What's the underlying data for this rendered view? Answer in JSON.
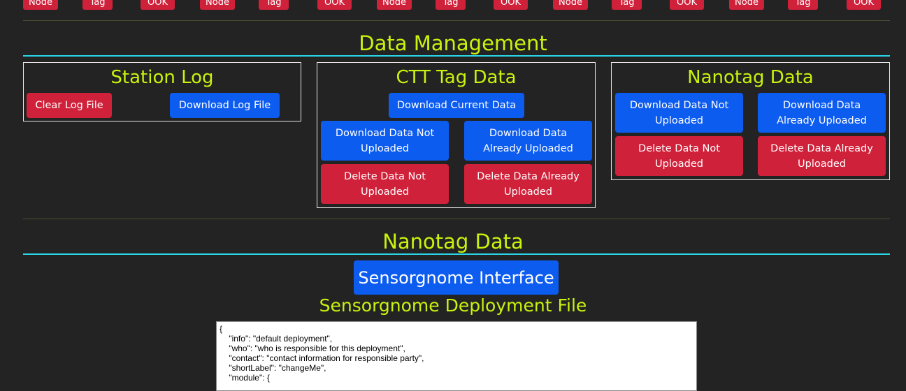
{
  "top_row": [
    "Node",
    "Tag",
    "OOK",
    "Node",
    "Tag",
    "OOK",
    "Node",
    "Tag",
    "OOK",
    "Node",
    "Tag",
    "OOK",
    "Node",
    "Tag",
    "OOK"
  ],
  "data_management": {
    "heading": "Data Management",
    "station_log": {
      "title": "Station Log",
      "clear_label": "Clear Log File",
      "download_label": "Download Log File"
    },
    "ctt_tag": {
      "title": "CTT Tag Data",
      "download_current": "Download Current Data",
      "download_not_uploaded": "Download Data Not Uploaded",
      "download_already_uploaded": "Download Data Already Uploaded",
      "delete_not_uploaded": "Delete Data Not Uploaded",
      "delete_already_uploaded": "Delete Data Already Uploaded"
    },
    "nanotag": {
      "title": "Nanotag Data",
      "download_not_uploaded": "Download Data Not Uploaded",
      "download_already_uploaded": "Download Data Already Uploaded",
      "delete_not_uploaded": "Delete Data Not Uploaded",
      "delete_already_uploaded": "Delete Data Already Uploaded"
    }
  },
  "nanotag_section": {
    "heading": "Nanotag Data",
    "interface_button": "Sensorgnome Interface",
    "deployment_title": "Sensorgnome Deployment File",
    "deployment_text": "{\n    \"info\": \"default deployment\",\n    \"who\": \"who is responsible for this deployment\",\n    \"contact\": \"contact information for responsible party\",\n    \"shortLabel\": \"changeMe\",\n    \"module\": {"
  },
  "colors": {
    "accent": "#c9f20d",
    "blue": "#0d5cf0",
    "red": "#d0213a",
    "cyan": "#28d6e6"
  }
}
